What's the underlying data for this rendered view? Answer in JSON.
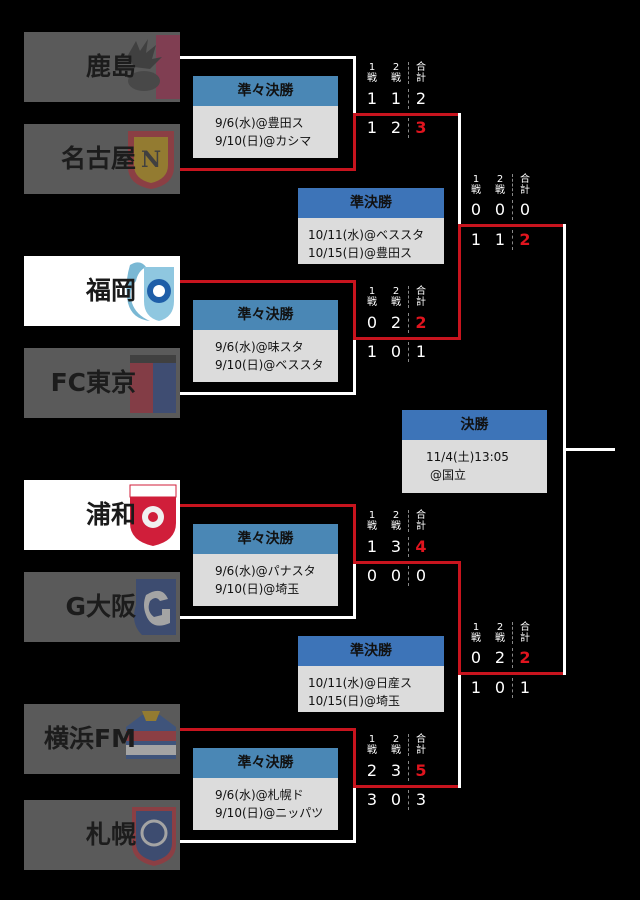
{
  "teams": [
    {
      "name": "鹿島",
      "emblem": "kashima-emblem",
      "state": "eliminated"
    },
    {
      "name": "名古屋",
      "emblem": "nagoya-emblem",
      "state": "eliminated"
    },
    {
      "name": "福岡",
      "emblem": "fukuoka-emblem",
      "state": "advanced"
    },
    {
      "name": "FC東京",
      "emblem": "fctokyo-emblem",
      "state": "eliminated"
    },
    {
      "name": "浦和",
      "emblem": "urawa-emblem",
      "state": "advanced"
    },
    {
      "name": "G大阪",
      "emblem": "gamba-emblem",
      "state": "eliminated"
    },
    {
      "name": "横浜FM",
      "emblem": "yokohama-emblem",
      "state": "eliminated"
    },
    {
      "name": "札幌",
      "emblem": "sapporo-emblem",
      "state": "eliminated"
    }
  ],
  "header": {
    "leg1": "1\n戦",
    "leg2": "2\n戦",
    "total": "合\n計"
  },
  "qf": [
    {
      "title": "準々決勝",
      "line1": "9/6(水)@豊田ス",
      "line2": "9/10(日)@カシマ",
      "top": [
        "1",
        "1",
        "2"
      ],
      "bottom": [
        "1",
        "2",
        "3"
      ]
    },
    {
      "title": "準々決勝",
      "line1": "9/6(水)@味スタ",
      "line2": "9/10(日)@ベススタ",
      "top": [
        "0",
        "2",
        "2"
      ],
      "bottom": [
        "1",
        "0",
        "1"
      ]
    },
    {
      "title": "準々決勝",
      "line1": "9/6(水)@パナスタ",
      "line2": "9/10(日)@埼玉",
      "top": [
        "1",
        "3",
        "4"
      ],
      "bottom": [
        "0",
        "0",
        "0"
      ]
    },
    {
      "title": "準々決勝",
      "line1": "9/6(水)@札幌ド",
      "line2": "9/10(日)@ニッパツ",
      "top": [
        "2",
        "3",
        "5"
      ],
      "bottom": [
        "3",
        "0",
        "3"
      ]
    }
  ],
  "sf": [
    {
      "title": "準決勝",
      "line1": "10/11(水)@ベススタ",
      "line2": "10/15(日)@豊田ス",
      "top": [
        "0",
        "0",
        "0"
      ],
      "bottom": [
        "1",
        "1",
        "2"
      ]
    },
    {
      "title": "準決勝",
      "line1": "10/11(水)@日産ス",
      "line2": "10/15(日)@埼玉",
      "top": [
        "0",
        "2",
        "2"
      ],
      "bottom": [
        "1",
        "0",
        "1"
      ]
    }
  ],
  "final": {
    "title": "決勝",
    "line1": "11/4(土)13:05",
    "line2": "@国立"
  },
  "colors": {
    "accent_red": "#e0141e",
    "line_red": "#c8141e",
    "title_blue": "#4a87b5",
    "panel_grey": "#dcdcdc"
  }
}
